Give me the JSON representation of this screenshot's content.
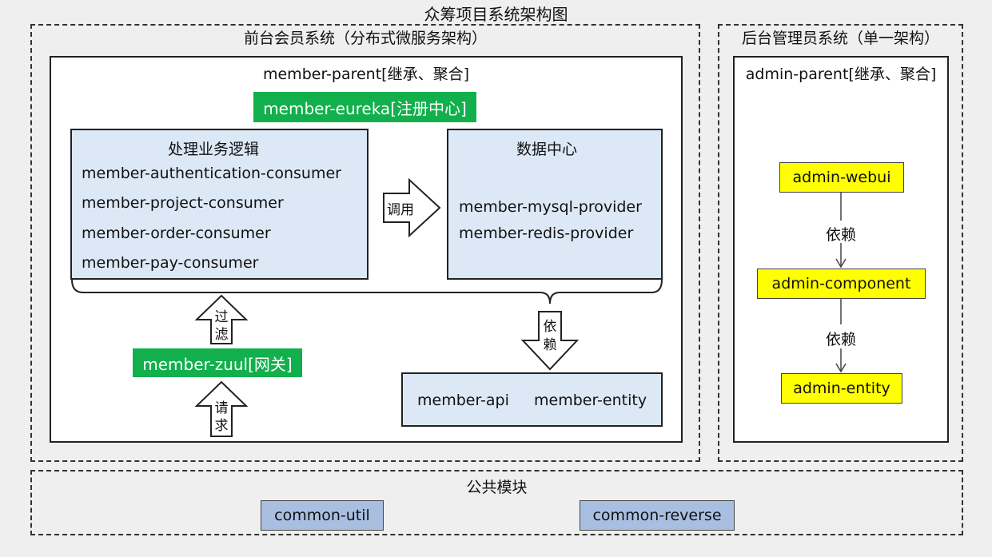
{
  "title": "众筹项目系统架构图",
  "frontend": {
    "label": "前台会员系统（分布式微服务架构）",
    "parent": "member-parent[继承、聚合]",
    "eureka": "member-eureka[注册中心]",
    "business": {
      "title": "处理业务逻辑",
      "items": [
        "member-authentication-consumer",
        "member-project-consumer",
        "member-order-consumer",
        "member-pay-consumer"
      ]
    },
    "call_label": "调用",
    "data_center": {
      "title": "数据中心",
      "items": [
        "member-mysql-provider",
        "member-redis-provider"
      ]
    },
    "filter_label": [
      "过",
      "滤"
    ],
    "zuul": "member-zuul[网关]",
    "request_label": [
      "请",
      "求"
    ],
    "depend_label": [
      "依",
      "赖"
    ],
    "api": "member-api",
    "entity": "member-entity"
  },
  "backend": {
    "label": "后台管理员系统（单一架构）",
    "parent": "admin-parent[继承、聚合]",
    "webui": "admin-webui",
    "component": "admin-component",
    "entity": "admin-entity",
    "depend1": "依赖",
    "depend2": "依赖"
  },
  "common": {
    "label": "公共模块",
    "util": "common-util",
    "reverse": "common-reverse"
  },
  "colors": {
    "green": "#12b04c",
    "yellow": "#ffff00",
    "light_blue": "#dce8f6",
    "steel_blue": "#a9bfe2",
    "background": "#efefef"
  }
}
